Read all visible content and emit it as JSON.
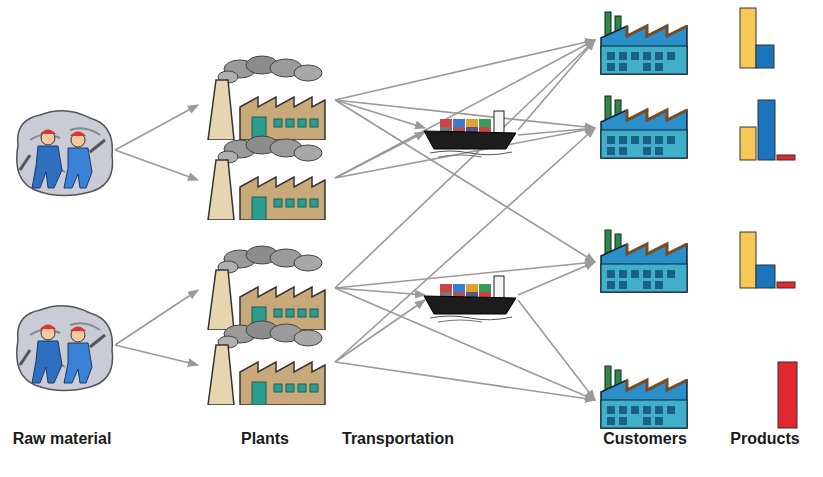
{
  "diagram": {
    "labels": [
      "Raw material",
      "Plants",
      "Transportation",
      "Customers",
      "Products"
    ]
  }
}
